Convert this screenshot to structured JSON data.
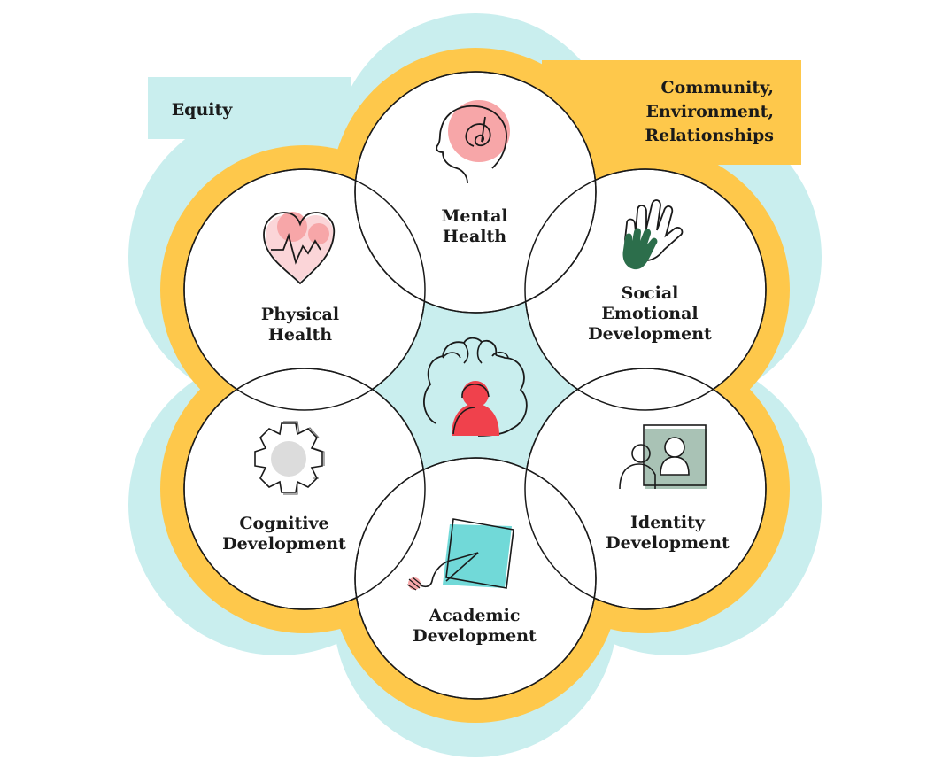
{
  "outer_labels": {
    "equity": "Equity",
    "community": [
      "Community,",
      "Environment,",
      "Relationships"
    ]
  },
  "domains": {
    "mental_health": [
      "Mental",
      "Health"
    ],
    "physical_health": [
      "Physical",
      "Health"
    ],
    "social_emotional": [
      "Social",
      "Emotional",
      "Development"
    ],
    "cognitive": [
      "Cognitive",
      "Development"
    ],
    "identity": [
      "Identity",
      "Development"
    ],
    "academic": [
      "Academic",
      "Development"
    ]
  },
  "icons": {
    "mental_health": "head-spiral-icon",
    "physical_health": "heartbeat-heart-icon",
    "social_emotional": "hands-icon",
    "cognitive": "gear-icon",
    "identity": "portrait-frame-icon",
    "academic": "drawing-pad-icon",
    "center": "people-group-icon"
  },
  "colors": {
    "outer_ring": "#c9eeee",
    "community_ring": "#fec84b",
    "center_fill": "#c9eeee",
    "circle_fill": "#ffffff",
    "circle_stroke": "#1a1a1a",
    "accent_red": "#f0414c",
    "accent_pink": "#f7a6a8",
    "accent_green": "#2c6e4b",
    "accent_teal": "#71d9d8",
    "accent_sage": "#a9c2b5",
    "accent_gray": "#dcdcdc"
  }
}
